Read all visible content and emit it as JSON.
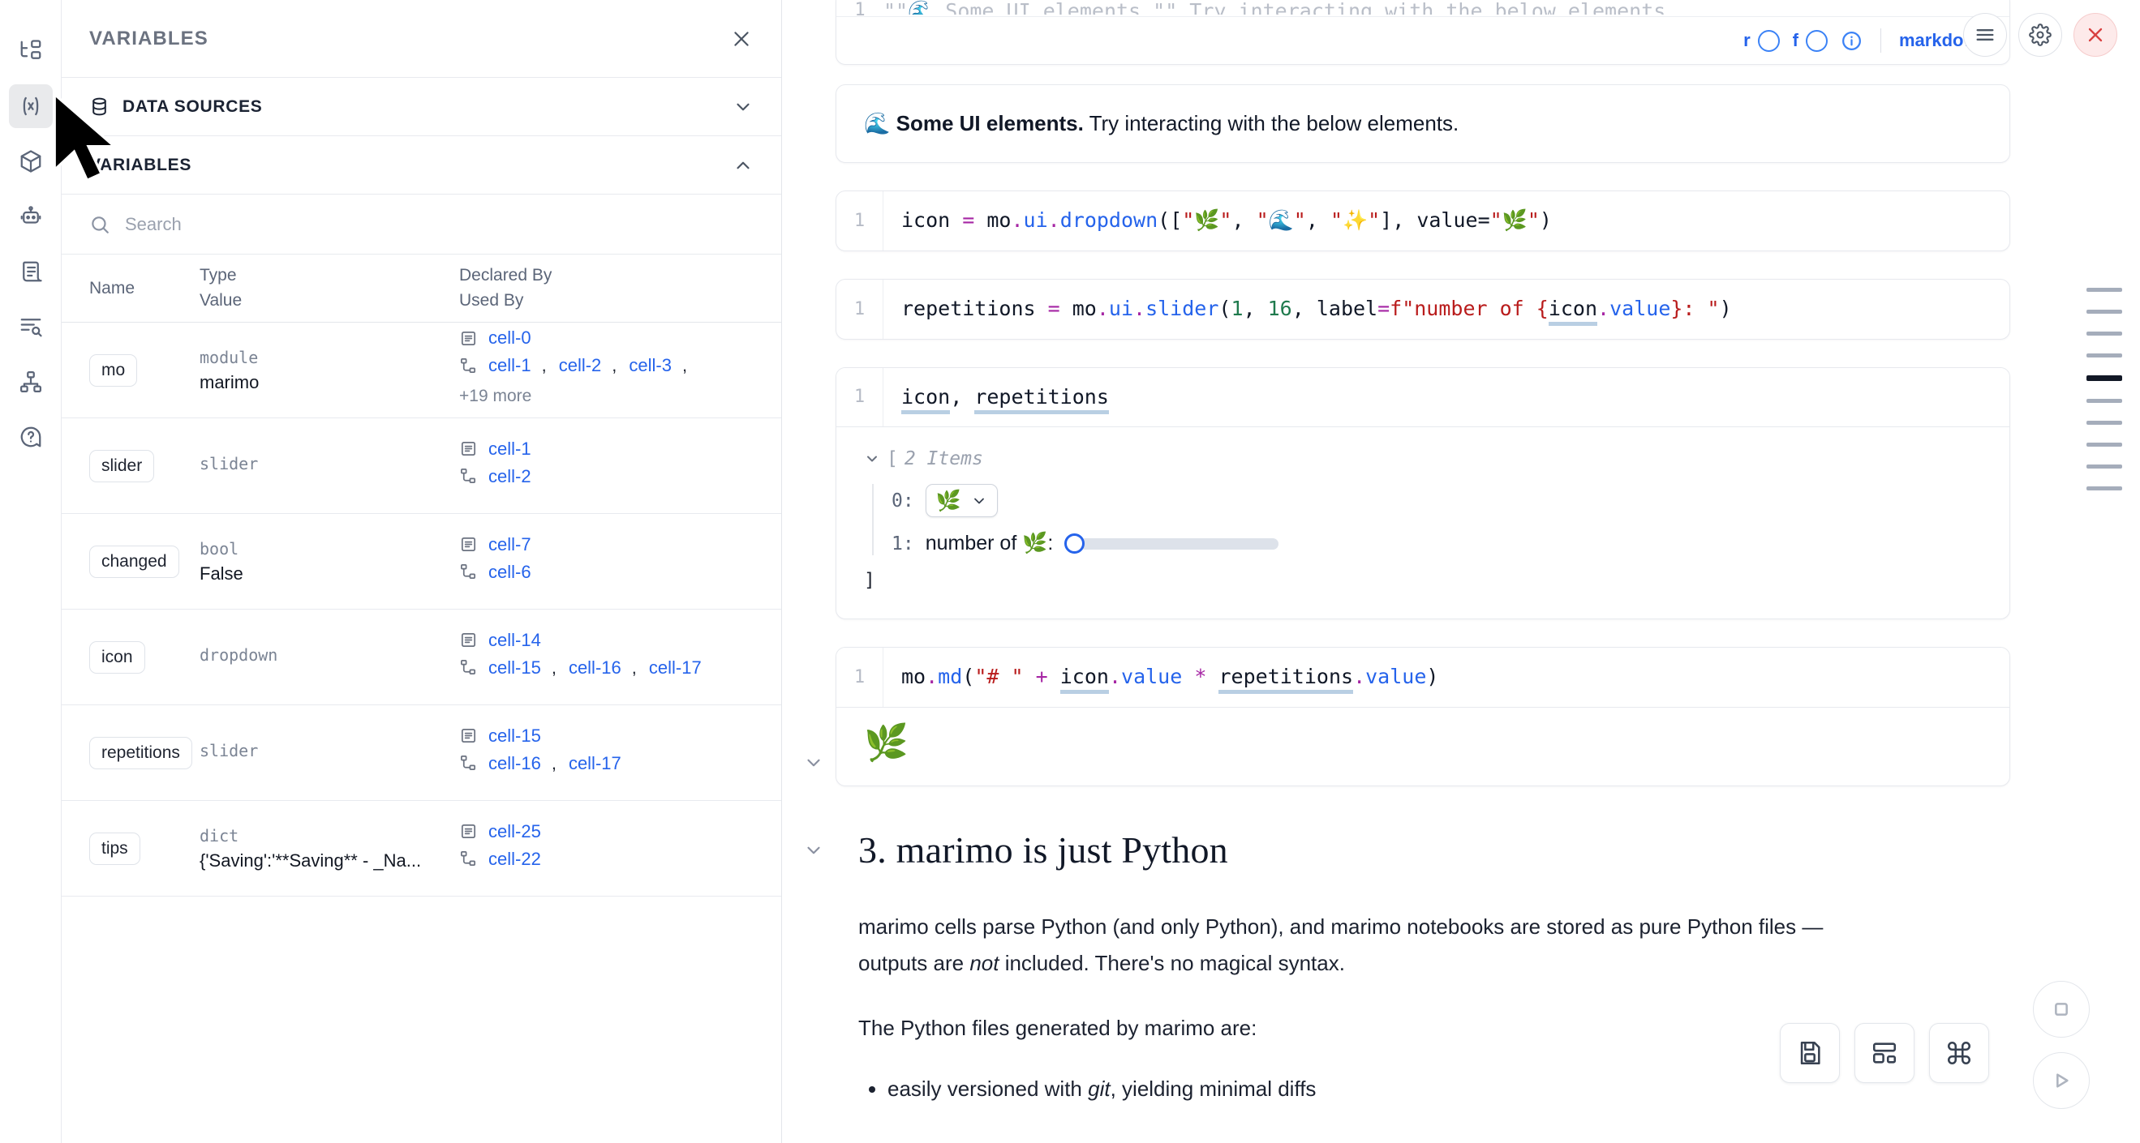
{
  "rail": {
    "items": [
      {
        "name": "file-tree-icon",
        "label": "File explorer"
      },
      {
        "name": "variables-icon",
        "label": "Variables",
        "active": true
      },
      {
        "name": "package-icon",
        "label": "Packages"
      },
      {
        "name": "robot-icon",
        "label": "Chat"
      },
      {
        "name": "scratchpad-icon",
        "label": "Scratchpad"
      },
      {
        "name": "logs-icon",
        "label": "Logs"
      },
      {
        "name": "dependency-graph-icon",
        "label": "Dependency graph"
      },
      {
        "name": "help-icon",
        "label": "Help"
      }
    ]
  },
  "panel": {
    "title": "VARIABLES",
    "close_label": "×",
    "sections": [
      {
        "label": "DATA SOURCES",
        "expanded": false
      },
      {
        "label": "VARIABLES",
        "expanded": true
      }
    ],
    "search": {
      "placeholder": "Search",
      "value": ""
    },
    "table": {
      "headers": {
        "name": "Name",
        "type": "Type",
        "value": "Value",
        "declared_by": "Declared By",
        "used_by": "Used By"
      },
      "rows": [
        {
          "name": "mo",
          "type": "module",
          "value": "marimo",
          "declared_by": [
            "cell-0"
          ],
          "used_by": [
            "cell-1",
            "cell-2",
            "cell-3"
          ],
          "used_by_more": "+19 more"
        },
        {
          "name": "slider",
          "type": "slider",
          "value": "",
          "declared_by": [
            "cell-1"
          ],
          "used_by": [
            "cell-2"
          ],
          "used_by_more": ""
        },
        {
          "name": "changed",
          "type": "bool",
          "value": "False",
          "declared_by": [
            "cell-7"
          ],
          "used_by": [
            "cell-6"
          ],
          "used_by_more": ""
        },
        {
          "name": "icon",
          "type": "dropdown",
          "value": "",
          "declared_by": [
            "cell-14"
          ],
          "used_by": [
            "cell-15",
            "cell-16",
            "cell-17"
          ],
          "used_by_more": ""
        },
        {
          "name": "repetitions",
          "type": "slider",
          "value": "",
          "declared_by": [
            "cell-15"
          ],
          "used_by": [
            "cell-16",
            "cell-17"
          ],
          "used_by_more": ""
        },
        {
          "name": "tips",
          "type": "dict",
          "value": "{'Saving':'**Saving** - _Na...",
          "declared_by": [
            "cell-25"
          ],
          "used_by": [
            "cell-22"
          ],
          "used_by_more": ""
        }
      ]
    }
  },
  "notebook": {
    "top_cell": {
      "line_number": "1",
      "code_ghost": "\"\"🌊 Some UI elements.\"\" Try interacting with the below elements.",
      "r_label": "r",
      "f_label": "f",
      "language": "markdown",
      "actions": [
        {
          "name": "cell-menu-icon",
          "label": "Cell menu"
        },
        {
          "name": "gear-icon",
          "label": "Cell settings"
        },
        {
          "name": "close-icon",
          "label": "Delete cell"
        }
      ],
      "output_bold": "Some UI elements.",
      "output_rest": " Try interacting with the below elements.",
      "output_emoji": "🌊"
    },
    "cells": [
      {
        "line_number": "1",
        "code_plain": "icon = mo.ui.dropdown([\"🌿\", \"🌊\", \"✨\"], value=\"🌿\")"
      },
      {
        "line_number": "1",
        "code_plain": "repetitions = mo.ui.slider(1, 16, label=f\"number of {icon.value}: \")"
      }
    ],
    "interactive_cell": {
      "line_number": "1",
      "code_plain": "icon, repetitions",
      "output": {
        "open_bracket": "[",
        "items_label": "2 Items",
        "close_bracket": "]",
        "entries": [
          {
            "index": "0:",
            "kind": "dropdown",
            "value": "🌿"
          },
          {
            "index": "1:",
            "kind": "slider",
            "label": "number of 🌿:",
            "value": 1,
            "min": 1,
            "max": 16
          }
        ]
      }
    },
    "md_cell": {
      "line_number": "1",
      "code_plain": "mo.md(\"# \" + icon.value * repetitions.value)",
      "output_emoji": "🌿"
    },
    "section": {
      "heading": "3. marimo is just Python",
      "paragraphs": [
        "marimo cells parse Python (and only Python), and marimo notebooks are stored as pure Python files — outputs are not included. There's no magical syntax.",
        "The Python files generated by marimo are:"
      ],
      "emphasis_word": "not",
      "bullets": [
        "easily versioned with git, yielding minimal diffs"
      ]
    },
    "minimap": {
      "bars": 10,
      "active_index": 4
    },
    "bottom_tools": [
      {
        "name": "save-icon",
        "label": "Save"
      },
      {
        "name": "layout-icon",
        "label": "Layout"
      },
      {
        "name": "command-icon",
        "label": "Command palette"
      }
    ],
    "run_tools": [
      {
        "name": "stop-icon",
        "label": "Interrupt"
      },
      {
        "name": "play-icon",
        "label": "Run all"
      }
    ]
  },
  "colors": {
    "accent_blue": "#2563eb",
    "danger_red": "#d94040",
    "muted": "#6b7280",
    "active_rail_bg": "#e9eaec"
  }
}
